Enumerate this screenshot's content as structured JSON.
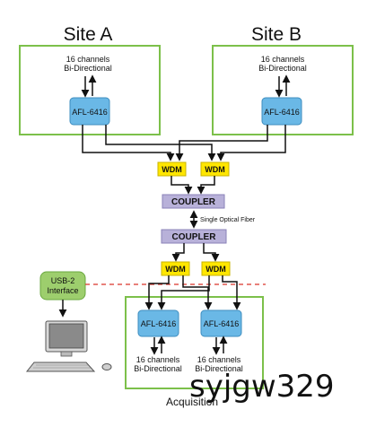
{
  "site_a": {
    "title": "Site A",
    "channels_line1": "16 channels",
    "channels_line2": "Bi-Directional",
    "device": "AFL-6416"
  },
  "site_b": {
    "title": "Site B",
    "channels_line1": "16 channels",
    "channels_line2": "Bi-Directional",
    "device": "AFL-6416"
  },
  "wdm_label": "WDM",
  "coupler_label": "COUPLER",
  "fiber_label": "Single Optical Fiber",
  "usb": {
    "line1": "USB-2",
    "line2": "Interface"
  },
  "acquisition": {
    "title": "Acquisition",
    "left": {
      "device": "AFL-6416",
      "channels_line1": "16 channels",
      "channels_line2": "Bi-Directional"
    },
    "right": {
      "device": "AFL-6416",
      "channels_line1": "16 channels",
      "channels_line2": "Bi-Directional"
    }
  },
  "watermark": "syjgw329",
  "colors": {
    "green_border": "#7cc04a",
    "afl_fill": "#6ab8e6",
    "wdm_fill": "#ffe600",
    "coupler_fill": "#b8b1d9",
    "usb_fill": "#9dce6d",
    "dashed_red": "#d9342b"
  }
}
